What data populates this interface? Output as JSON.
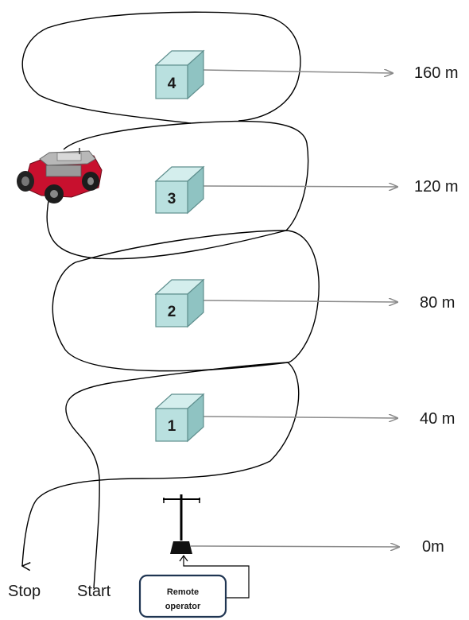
{
  "markers": [
    {
      "number": "4",
      "distance": "160 m"
    },
    {
      "number": "3",
      "distance": "120 m"
    },
    {
      "number": "2",
      "distance": "80 m"
    },
    {
      "number": "1",
      "distance": "40 m"
    }
  ],
  "base_distance": "0m",
  "labels": {
    "stop": "Stop",
    "start": "Start"
  },
  "remote_operator": {
    "line1": "Remote",
    "line2": "operator"
  },
  "colors": {
    "box_front": "#b9e0df",
    "box_side": "#8fc3c2",
    "box_top": "#d4eeed",
    "box_edge": "#5f8f8e",
    "arrow": "#8a8a8a",
    "remote_border": "#1f3552",
    "robot_body": "#c8102e"
  }
}
